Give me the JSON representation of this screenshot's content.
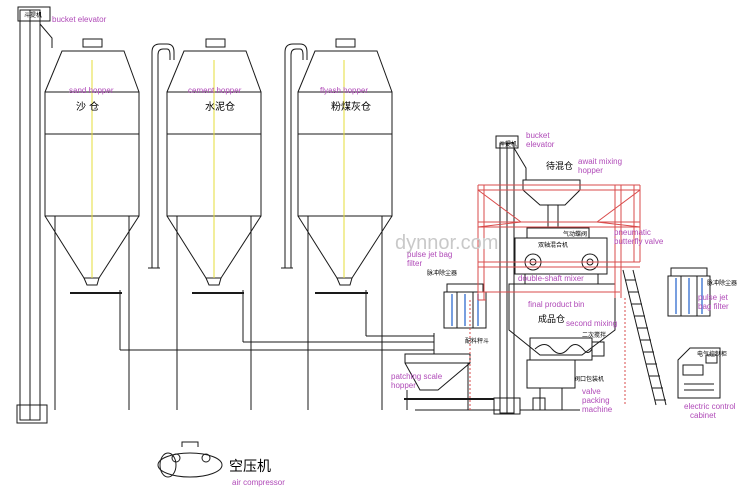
{
  "watermark": "dynnor.com",
  "labels": {
    "bucket_elevator_1": "bucket elevator",
    "sand_hopper": "sand hopper",
    "cement_hopper": "cement hopper",
    "flyash_hopper": "flyash hopper",
    "bucket_elevator_2a": "bucket",
    "bucket_elevator_2b": "elevator",
    "await_mixing_a": "await mixing",
    "await_mixing_b": "hopper",
    "pneumatic_a": "pneumatic",
    "pneumatic_b": "butterfly valve",
    "pulse_jet_left_a": "pulse jet bag",
    "pulse_jet_left_b": "filter",
    "double_shaft_mixer": "double-shaft mixer",
    "final_product_bin": "final product bin",
    "second_mixing": "second mixing",
    "patching_a": "patching scale",
    "patching_b": "hopper",
    "valve_a": "valve",
    "valve_b": "packing",
    "valve_b2": "machine",
    "pulse_jet_right_a": "pulse jet",
    "pulse_jet_right_b": "bag filter",
    "control_a": "electric control",
    "control_b": "cabinet",
    "air_compressor": "air compressor"
  },
  "chinese": {
    "elevator_tag_1": "斗提机",
    "sand": "沙 仓",
    "cement": "水泥仓",
    "flyash": "粉煤灰仓",
    "elevator_tag_2": "斗提机",
    "await": "待混仓",
    "valve_tag": "气动蝶阀",
    "mixer_tag": "双轴混合机",
    "filter_tag_left": "脉冲除尘器",
    "final_bin": "成品仓",
    "second_mix_tag": "二次搅拌",
    "batching": "配料秤斗",
    "packer_tag": "阀口包装机",
    "filter_tag_right": "脉冲除尘器",
    "cabinet_tag": "电气控制柜",
    "compressor": "空压机"
  },
  "colors": {
    "line": "#1a1a1a",
    "label": "#b04ab8",
    "frame": "#d94b4b",
    "center_line": "#e6dc3a",
    "blue_filter": "#4a7fd6",
    "watermark": "#c9c9c9"
  },
  "icons": [
    "silo-icon",
    "screw-conveyor-icon",
    "bucket-elevator-icon",
    "mixer-icon",
    "bag-filter-icon",
    "ladder-icon",
    "control-cabinet-icon",
    "air-compressor-icon"
  ]
}
